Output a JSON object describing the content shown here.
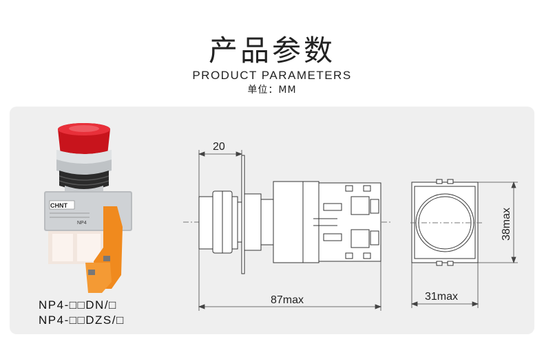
{
  "header": {
    "title_cn": "产品参数",
    "title_en": "PRODUCT PARAMETERS",
    "unit": "单位：MM"
  },
  "product": {
    "brand_label": "CHNT",
    "model_label": "NP4"
  },
  "models": [
    "NP4-□□DN/□",
    "NP4-□□DZS/□"
  ],
  "dimensions": {
    "top_width": "20",
    "total_length": "87max",
    "front_width": "31max",
    "front_height": "38max"
  },
  "colors": {
    "panel_bg": "#efefef",
    "line": "#333333",
    "cap_red": "#c8141c",
    "terminal_orange": "#f08a1e"
  }
}
